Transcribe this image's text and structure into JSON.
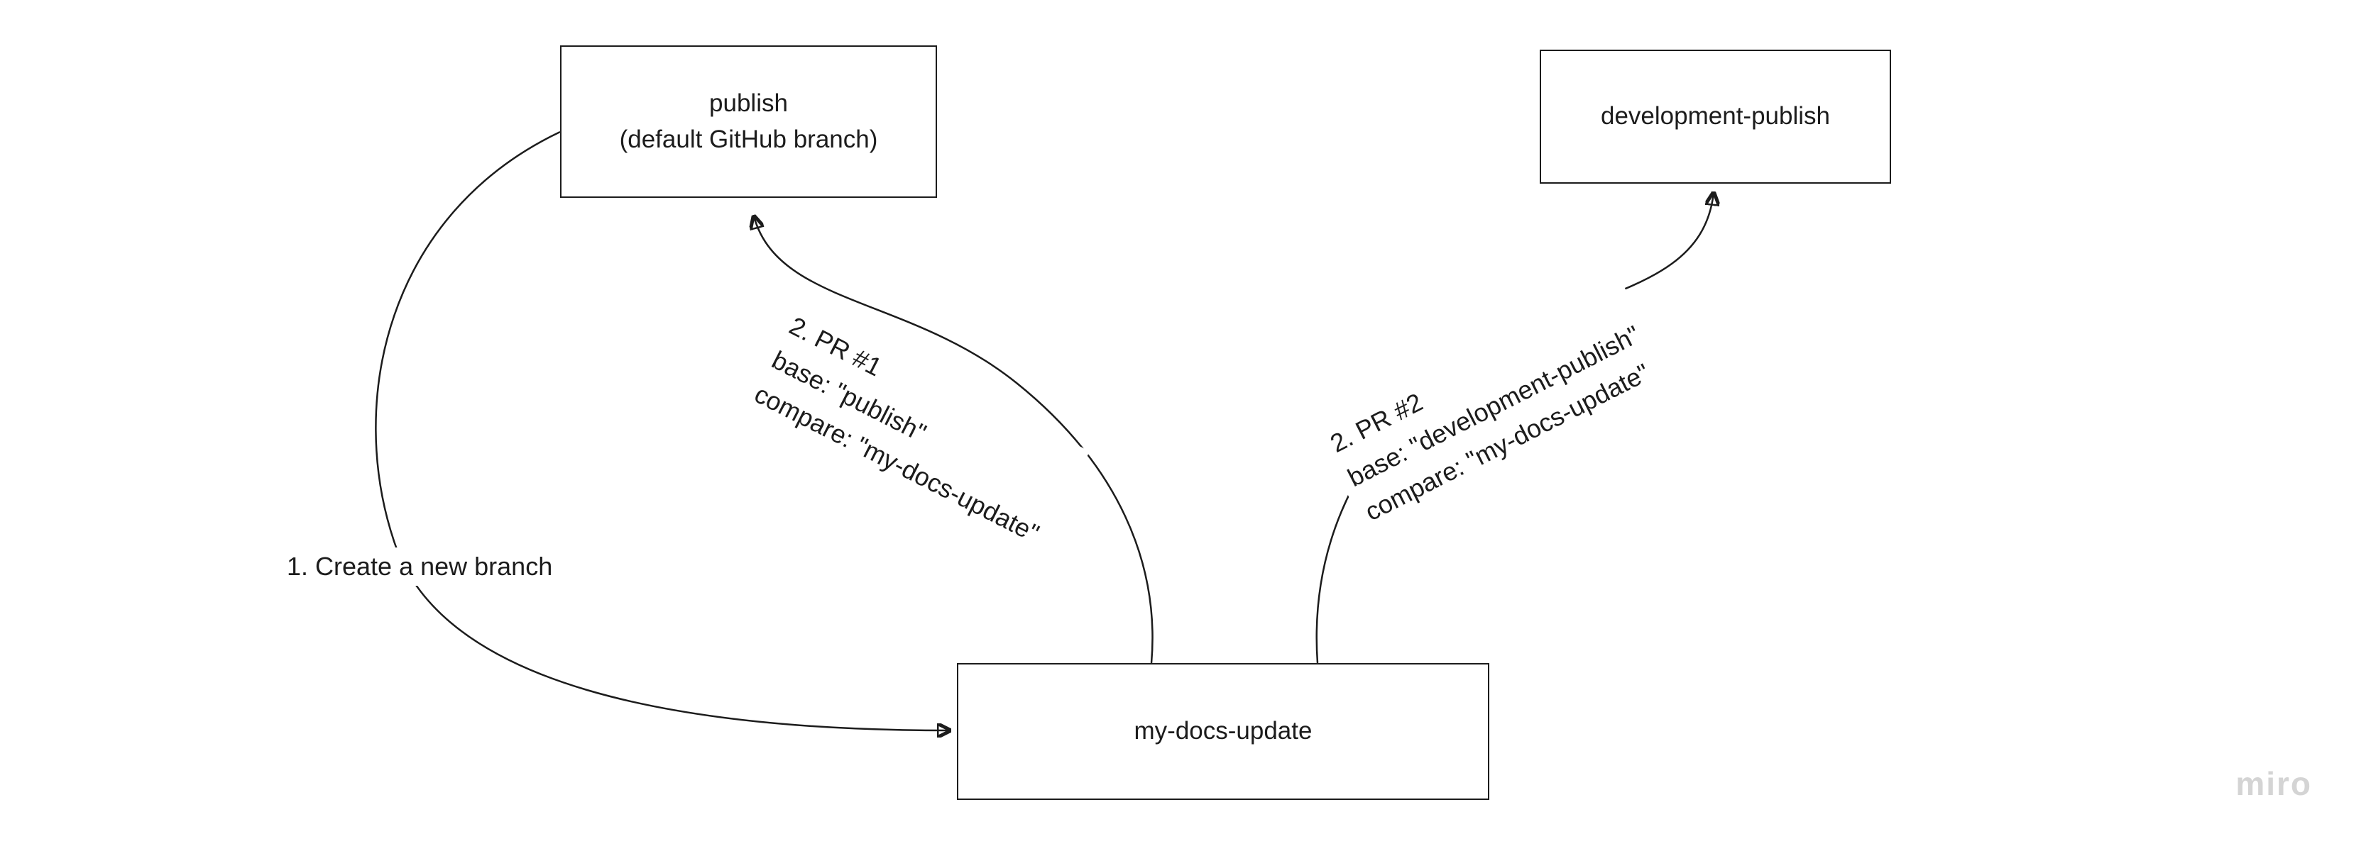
{
  "canvas": {
    "background": "#ffffff",
    "ink": "#1c1c1c",
    "watermark_color": "#d4d4d4"
  },
  "nodes": [
    {
      "id": "publish",
      "lines": [
        "publish",
        "(default GitHub branch)"
      ]
    },
    {
      "id": "development-publish",
      "lines": [
        "development-publish"
      ]
    },
    {
      "id": "my-docs-update",
      "lines": [
        "my-docs-update"
      ]
    }
  ],
  "annotations": {
    "create_branch": "1. Create a new branch",
    "pr1": {
      "lines": [
        "2. PR #1",
        "base: \"publish\"",
        "compare: \"my-docs-update\""
      ]
    },
    "pr2": {
      "lines": [
        "2. PR #2",
        "base: \"development-publish\"",
        "compare: \"my-docs-update\""
      ]
    }
  },
  "watermark": "miro"
}
